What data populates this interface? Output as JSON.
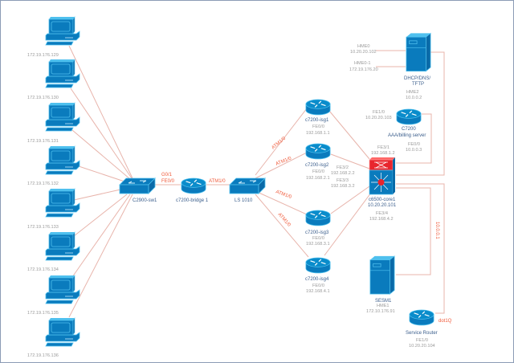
{
  "colors": {
    "device_blue": "#0a7bbd",
    "device_edge": "#4fc0ee",
    "link": "#e8b4ab",
    "interface_label": "#f05a3a",
    "core_top": "#e8252d"
  },
  "pcs": [
    {
      "ip": "172.19.176.129"
    },
    {
      "ip": "172.19.176.130"
    },
    {
      "ip": "172.19.176.131"
    },
    {
      "ip": "172.19.176.132"
    },
    {
      "ip": "172.19.176.133"
    },
    {
      "ip": "172.19.176.134"
    },
    {
      "ip": "172.19.176.135"
    },
    {
      "ip": "172.19.176.136"
    }
  ],
  "sw1": {
    "name": "C2900-sw1",
    "port1": "G0/1",
    "port2": "FE0/0"
  },
  "bridge": {
    "name": "c7200-bridge 1",
    "port": "ATM1/0"
  },
  "ls": {
    "name": "LS 1010"
  },
  "atm_links": [
    "ATM1/0",
    "ATM1/0",
    "ATM1/0",
    "ATM1/0"
  ],
  "isg": [
    {
      "name": "c7200-isg1",
      "iface": "FE0/0",
      "ip": "192.168.1.1"
    },
    {
      "name": "c7200-isg2",
      "iface": "FE0/0",
      "ip": "192.168.2.1"
    },
    {
      "name": "c7200-isg3",
      "iface": "FE0/0",
      "ip": "192.168.3.1"
    },
    {
      "name": "c7200-isg4",
      "iface": "FE0/0",
      "ip": "192.168.4.1"
    }
  ],
  "core": {
    "name": "c6500-core1",
    "ip": "10.20.20.101",
    "fe31": "FE3/1",
    "fe31_ip": "192.168.1.2",
    "fe32": "FE3/2",
    "fe32_ip": "192.168.2.2",
    "fe33": "FE3/3",
    "fe33_ip": "192.168.3.2",
    "fe34": "FE3/4",
    "fe34_ip": "192.168.4.2"
  },
  "dhcp": {
    "name1": "DHCP/DNS/",
    "name2": "TFTP",
    "hme0": "HME0",
    "hme0_ip": "10.20.20.102",
    "hme01": "HME0-1",
    "hme01_ip": "172.19.176.20",
    "hme2": "HME2",
    "hme2_ip": "10.0.0.2"
  },
  "aaa": {
    "name1": "C7200",
    "name2": "AAA/billing server",
    "fe10": "FE1/0",
    "fe10_ip": "10.20.20.103",
    "fe00": "FE0/0",
    "fe00_ip": "10.0.0.3"
  },
  "sesm": {
    "name": "SESM1",
    "iface": "HME1",
    "ip": "172.10.176.91"
  },
  "svc": {
    "name": "Service Router",
    "iface": "FE1/0",
    "ip": "10.20.20.104",
    "dot1q": "dot1Q",
    "vlan_ip": "10.0.0.1"
  }
}
